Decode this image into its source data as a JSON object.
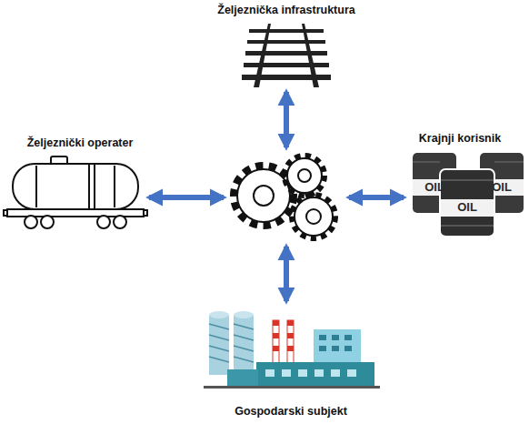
{
  "diagram": {
    "nodes": [
      {
        "text": [
          "Željeznička infrastruktura"
        ]
      },
      {
        "text": [
          "Željeznički operater"
        ]
      },
      {
        "text": [
          "Krajnji korisnik"
        ]
      },
      {
        "text": [
          "Gospodarski subjekt"
        ]
      }
    ],
    "labels": [
      "OIL",
      "OIL",
      "OIL"
    ]
  }
}
